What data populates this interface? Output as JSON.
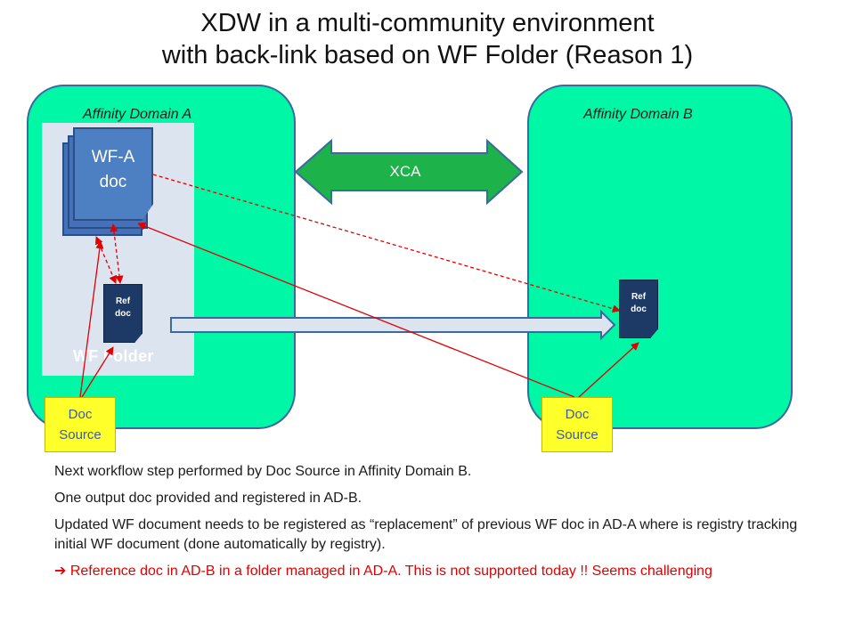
{
  "title": {
    "line1": "XDW in a multi-community environment",
    "line2": "with back-link based on WF Folder (Reason 1)"
  },
  "domains": {
    "a": {
      "label": "Affinity Domain A"
    },
    "b": {
      "label": "Affinity Domain B"
    }
  },
  "wf_folder": {
    "label": "WF Folder"
  },
  "wf_doc": {
    "line1": "WF-A",
    "line2": "doc"
  },
  "ref_doc_a": {
    "line1": "Ref",
    "line2": "doc"
  },
  "ref_doc_b": {
    "line1": "Ref",
    "line2": "doc"
  },
  "doc_source_a": {
    "line1": "Doc",
    "line2": "Source"
  },
  "doc_source_b": {
    "line1": "Doc",
    "line2": "Source"
  },
  "xca": {
    "label": "XCA"
  },
  "notes": {
    "line1": "Next workflow step performed by Doc Source in Affinity Domain B.",
    "line2": "One output doc provided and registered in AD-B.",
    "line3": "Updated WF document needs to be registered as “replacement” of previous WF doc in AD-A where is registry tracking initial WF document (done automatically by registry).",
    "line4_arrow": "➔",
    "line4": " Reference doc in AD-B in a folder managed in AD-A.  This is not supported today !! Seems challenging"
  },
  "colors": {
    "domain_fill": "#00f7a5",
    "domain_border": "#3a6aa0",
    "xca_arrow": "#1db24a",
    "link_red": "#e00000",
    "doc_source": "#ffff29"
  }
}
